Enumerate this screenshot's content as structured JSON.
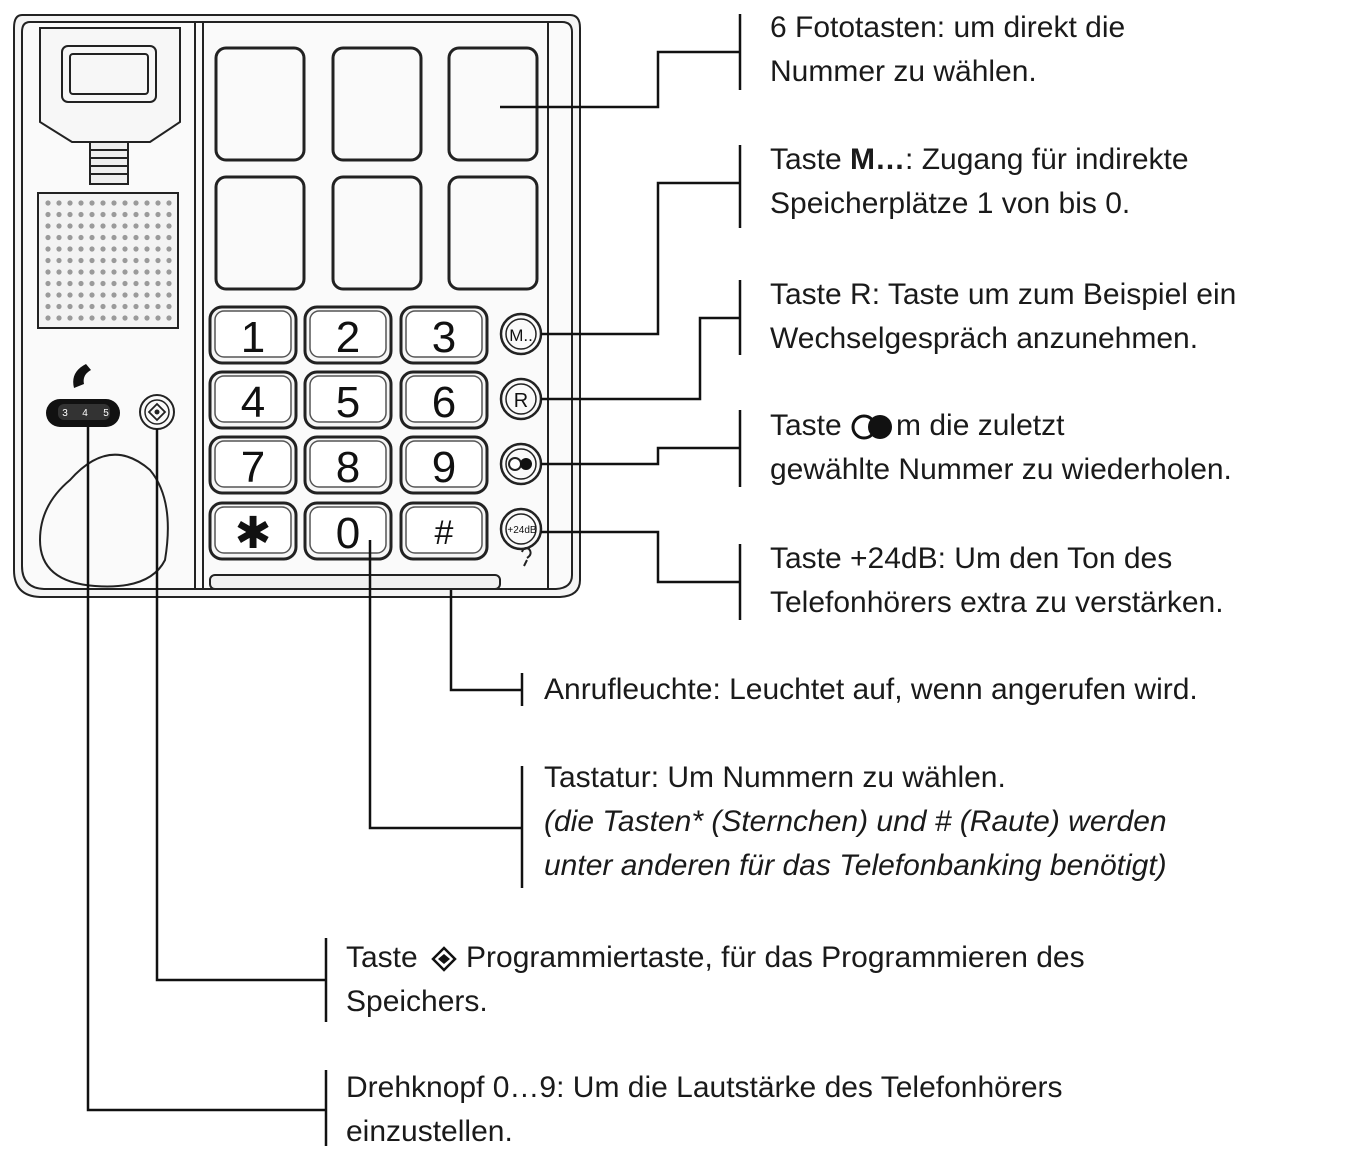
{
  "keypad": {
    "digits": [
      "1",
      "2",
      "3",
      "4",
      "5",
      "6",
      "7",
      "8",
      "9",
      "✱",
      "0",
      "#"
    ],
    "side_buttons": [
      "M..",
      "R",
      "",
      "+24dB"
    ],
    "volume_dial": [
      "3",
      "4",
      "5"
    ]
  },
  "annotations": {
    "photo_keys": {
      "line1": "6 Fototasten: um direkt die",
      "line2": "Nummer zu wählen."
    },
    "m_key": {
      "prefix": "Taste ",
      "key": "M…",
      "line1_rest": ": Zugang für indirekte",
      "line2": "Speicherplätze 1 von bis 0."
    },
    "r_key": {
      "line1": "Taste R: Taste um zum Beispiel ein",
      "line2": "Wechselgespräch anzunehmen."
    },
    "redial_key": {
      "prefix": "Taste ",
      "line1_rest": "m die zuletzt",
      "line2": "gewählte Nummer zu wiederholen."
    },
    "boost_key": {
      "line1": "Taste +24dB: Um den Ton des",
      "line2": "Telefonhörers extra zu verstärken."
    },
    "call_light": {
      "line1": "Anrufleuchte: Leuchtet auf, wenn angerufen wird."
    },
    "keypad": {
      "line1": "Tastatur: Um Nummern zu wählen.",
      "line2": "(die Tasten* (Sternchen) und # (Raute) werden",
      "line3": "unter anderen für das Telefonbanking benötigt)"
    },
    "program_key": {
      "prefix": "Taste ",
      "line1_rest": "Programmiertaste, für das Programmieren des",
      "line2": "Speichers."
    },
    "volume_dial": {
      "line1": "Drehknopf 0…9: Um die Lautstärke des Telefonhörers",
      "line2": "einzustellen."
    }
  }
}
